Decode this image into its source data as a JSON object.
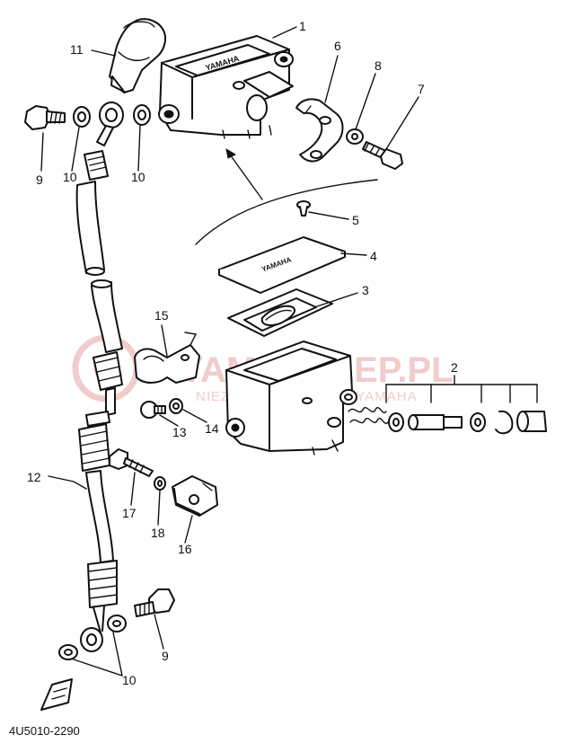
{
  "watermark": {
    "brand": "YAMASKLEP.PL",
    "tagline": "NIEZALEŻNY DEALER YAMAHA"
  },
  "code": "4U5010-2290",
  "reservoir_brand": "YAMAHA",
  "callouts": [
    {
      "id": "1",
      "text": "1"
    },
    {
      "id": "2",
      "text": "2"
    },
    {
      "id": "3",
      "text": "3"
    },
    {
      "id": "4",
      "text": "4"
    },
    {
      "id": "5",
      "text": "5"
    },
    {
      "id": "6",
      "text": "6"
    },
    {
      "id": "7",
      "text": "7"
    },
    {
      "id": "8",
      "text": "8"
    },
    {
      "id": "9a",
      "text": "9"
    },
    {
      "id": "9b",
      "text": "9"
    },
    {
      "id": "10a",
      "text": "10"
    },
    {
      "id": "10b",
      "text": "10"
    },
    {
      "id": "10c",
      "text": "10"
    },
    {
      "id": "11",
      "text": "11"
    },
    {
      "id": "12",
      "text": "12"
    },
    {
      "id": "13",
      "text": "13"
    },
    {
      "id": "14",
      "text": "14"
    },
    {
      "id": "15",
      "text": "15"
    },
    {
      "id": "16",
      "text": "16"
    },
    {
      "id": "17",
      "text": "17"
    },
    {
      "id": "18",
      "text": "18"
    }
  ]
}
